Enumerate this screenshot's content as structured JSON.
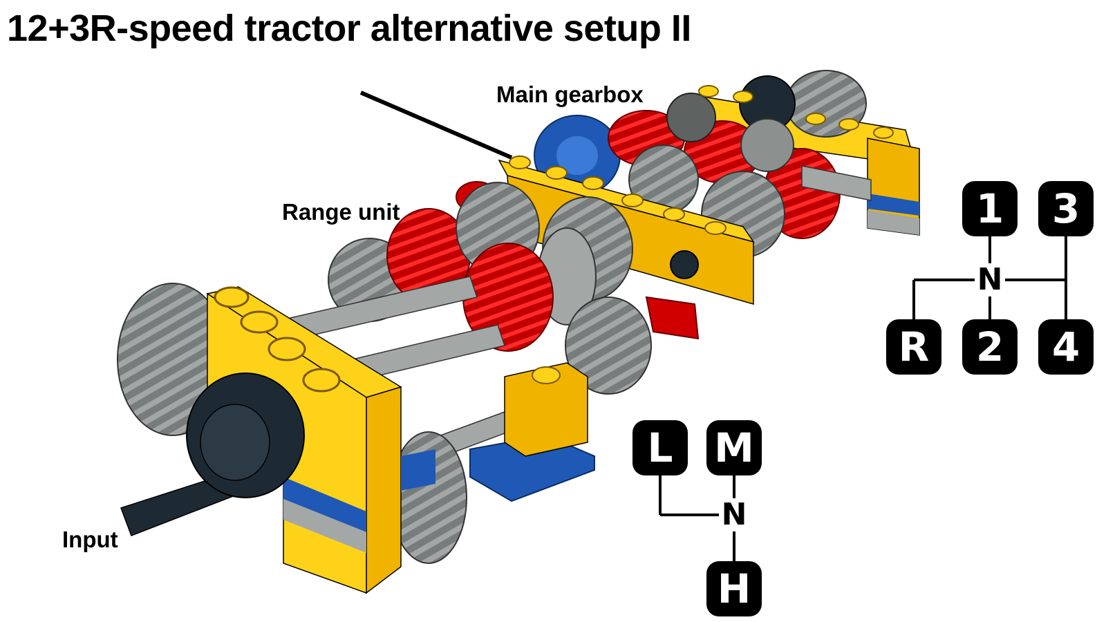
{
  "title": "12+3R-speed tractor alternative setup II",
  "labels": {
    "main_gearbox": "Main gearbox",
    "range_unit": "Range unit",
    "input": "Input"
  },
  "gear_pattern": {
    "keys": [
      "1",
      "3",
      "R",
      "2",
      "4"
    ],
    "neutral": "N"
  },
  "range_pattern": {
    "keys": [
      "L",
      "M",
      "H"
    ],
    "neutral": "N"
  },
  "colors": {
    "yellow": "#f5c518",
    "red": "#d00000",
    "gray": "#8c9190",
    "dark": "#1e2a33",
    "blue": "#1f59b5"
  }
}
